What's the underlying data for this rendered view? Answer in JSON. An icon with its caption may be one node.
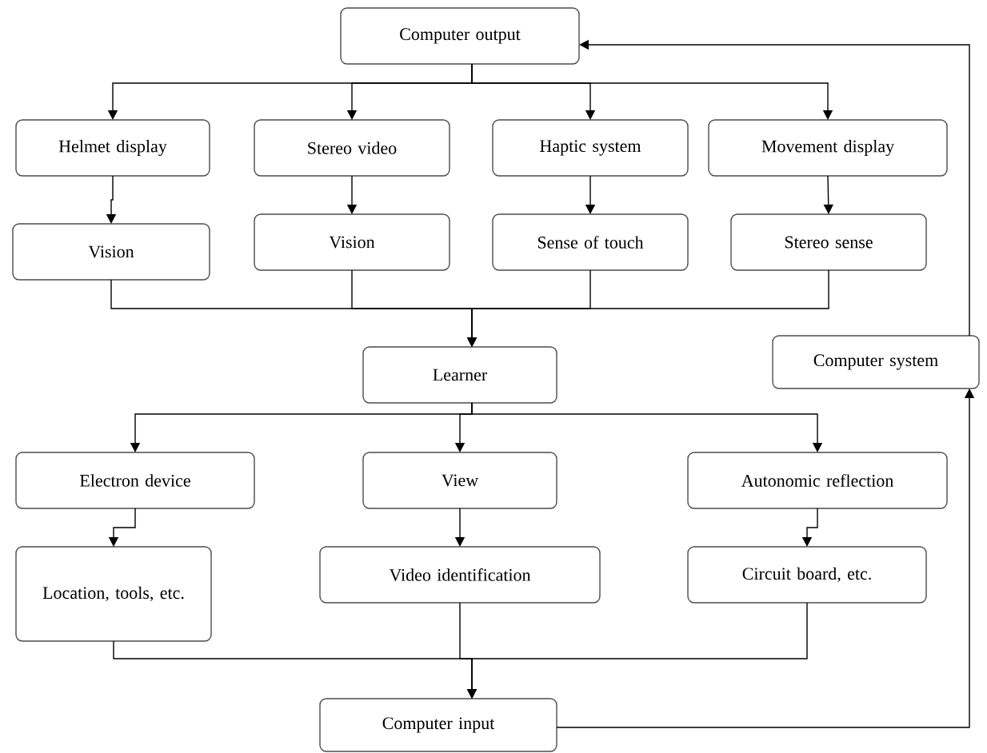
{
  "diagram": {
    "nodes": [
      {
        "text": [
          "Computer output"
        ]
      },
      {
        "text": [
          "Helmet display"
        ]
      },
      {
        "text": [
          "Stereo video"
        ]
      },
      {
        "text": [
          "Haptic system"
        ]
      },
      {
        "text": [
          "Movement display"
        ]
      },
      {
        "text": [
          "Vision"
        ]
      },
      {
        "text": [
          "Vision"
        ]
      },
      {
        "text": [
          "Sense of touch"
        ]
      },
      {
        "text": [
          "Stereo sense"
        ]
      },
      {
        "text": [
          "Learner"
        ]
      },
      {
        "text": [
          "Computer system"
        ]
      },
      {
        "text": [
          "Electron device"
        ]
      },
      {
        "text": [
          "View"
        ]
      },
      {
        "text": [
          "Autonomic reflection"
        ]
      },
      {
        "text": [
          "Location, tools, etc."
        ]
      },
      {
        "text": [
          "Video identification"
        ]
      },
      {
        "text": [
          "Circuit board, etc."
        ]
      },
      {
        "text": [
          "Computer input"
        ]
      }
    ],
    "edges": [
      {
        "from": 0,
        "to": 1,
        "arrow": "to"
      },
      {
        "from": 0,
        "to": 2,
        "arrow": "to"
      },
      {
        "from": 0,
        "to": 3,
        "arrow": "to"
      },
      {
        "from": 0,
        "to": 4,
        "arrow": "to"
      },
      {
        "from": 1,
        "to": 5,
        "arrow": "to"
      },
      {
        "from": 2,
        "to": 6,
        "arrow": "to"
      },
      {
        "from": 3,
        "to": 7,
        "arrow": "to"
      },
      {
        "from": 4,
        "to": 8,
        "arrow": "to"
      },
      {
        "from": 5,
        "to": 9,
        "arrow": "to"
      },
      {
        "from": 6,
        "to": 9,
        "arrow": "to"
      },
      {
        "from": 7,
        "to": 9,
        "arrow": "to"
      },
      {
        "from": 8,
        "to": 9,
        "arrow": "to"
      },
      {
        "from": 9,
        "to": 11,
        "arrow": "to"
      },
      {
        "from": 9,
        "to": 12,
        "arrow": "to"
      },
      {
        "from": 9,
        "to": 13,
        "arrow": "to"
      },
      {
        "from": 11,
        "to": 14,
        "arrow": "to"
      },
      {
        "from": 12,
        "to": 15,
        "arrow": "to"
      },
      {
        "from": 13,
        "to": 16,
        "arrow": "to"
      },
      {
        "from": 14,
        "to": 17,
        "arrow": "to"
      },
      {
        "from": 15,
        "to": 17,
        "arrow": "to"
      },
      {
        "from": 16,
        "to": 17,
        "arrow": "to"
      },
      {
        "from": 17,
        "to": 10,
        "arrow": "to"
      },
      {
        "from": 10,
        "to": 0,
        "arrow": "to"
      }
    ]
  }
}
